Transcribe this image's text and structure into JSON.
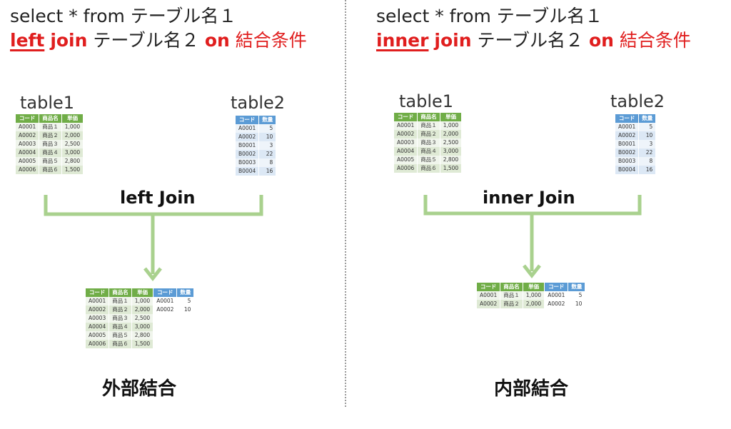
{
  "left_panel": {
    "sql_line1": "select * from テーブル名１",
    "sql_kw_join_type": "left",
    "sql_kw_join": "join",
    "sql_table2": "テーブル名２",
    "sql_kw_on": "on",
    "sql_condition": "結合条件",
    "table1_name": "table1",
    "table2_name": "table2",
    "join_label": "left Join",
    "result_label": "外部結合"
  },
  "right_panel": {
    "sql_line1": "select * from テーブル名１",
    "sql_kw_join_type": "inner",
    "sql_kw_join": "join",
    "sql_table2": "テーブル名２",
    "sql_kw_on": "on",
    "sql_condition": "結合条件",
    "table1_name": "table1",
    "table2_name": "table2",
    "join_label": "inner Join",
    "result_label": "内部結合"
  },
  "table1": {
    "headers": [
      "コード",
      "商品名",
      "単価"
    ],
    "rows": [
      [
        "A0001",
        "商品１",
        "1,000"
      ],
      [
        "A0002",
        "商品２",
        "2,000"
      ],
      [
        "A0003",
        "商品３",
        "2,500"
      ],
      [
        "A0004",
        "商品４",
        "3,000"
      ],
      [
        "A0005",
        "商品５",
        "2,800"
      ],
      [
        "A0006",
        "商品６",
        "1,500"
      ]
    ]
  },
  "table2": {
    "headers": [
      "コード",
      "数量"
    ],
    "rows": [
      [
        "A0001",
        "5"
      ],
      [
        "A0002",
        "10"
      ],
      [
        "B0001",
        "3"
      ],
      [
        "B0002",
        "22"
      ],
      [
        "B0003",
        "8"
      ],
      [
        "B0004",
        "16"
      ]
    ]
  },
  "left_result": {
    "headers": [
      "コード",
      "商品名",
      "単価",
      "コード",
      "数量"
    ],
    "rows": [
      [
        "A0001",
        "商品１",
        "1,000",
        "A0001",
        "5"
      ],
      [
        "A0002",
        "商品２",
        "2,000",
        "A0002",
        "10"
      ],
      [
        "A0003",
        "商品３",
        "2,500",
        "",
        ""
      ],
      [
        "A0004",
        "商品４",
        "3,000",
        "",
        ""
      ],
      [
        "A0005",
        "商品５",
        "2,800",
        "",
        ""
      ],
      [
        "A0006",
        "商品６",
        "1,500",
        "",
        ""
      ]
    ]
  },
  "inner_result": {
    "headers": [
      "コード",
      "商品名",
      "単価",
      "コード",
      "数量"
    ],
    "rows": [
      [
        "A0001",
        "商品１",
        "1,000",
        "A0001",
        "5"
      ],
      [
        "A0002",
        "商品２",
        "2,000",
        "A0002",
        "10"
      ]
    ]
  },
  "colors": {
    "keyword_red": "#e01e1e",
    "table1_header_green": "#70ad47",
    "table2_header_blue": "#5b9bd5",
    "connector_green": "#a9d18e"
  }
}
